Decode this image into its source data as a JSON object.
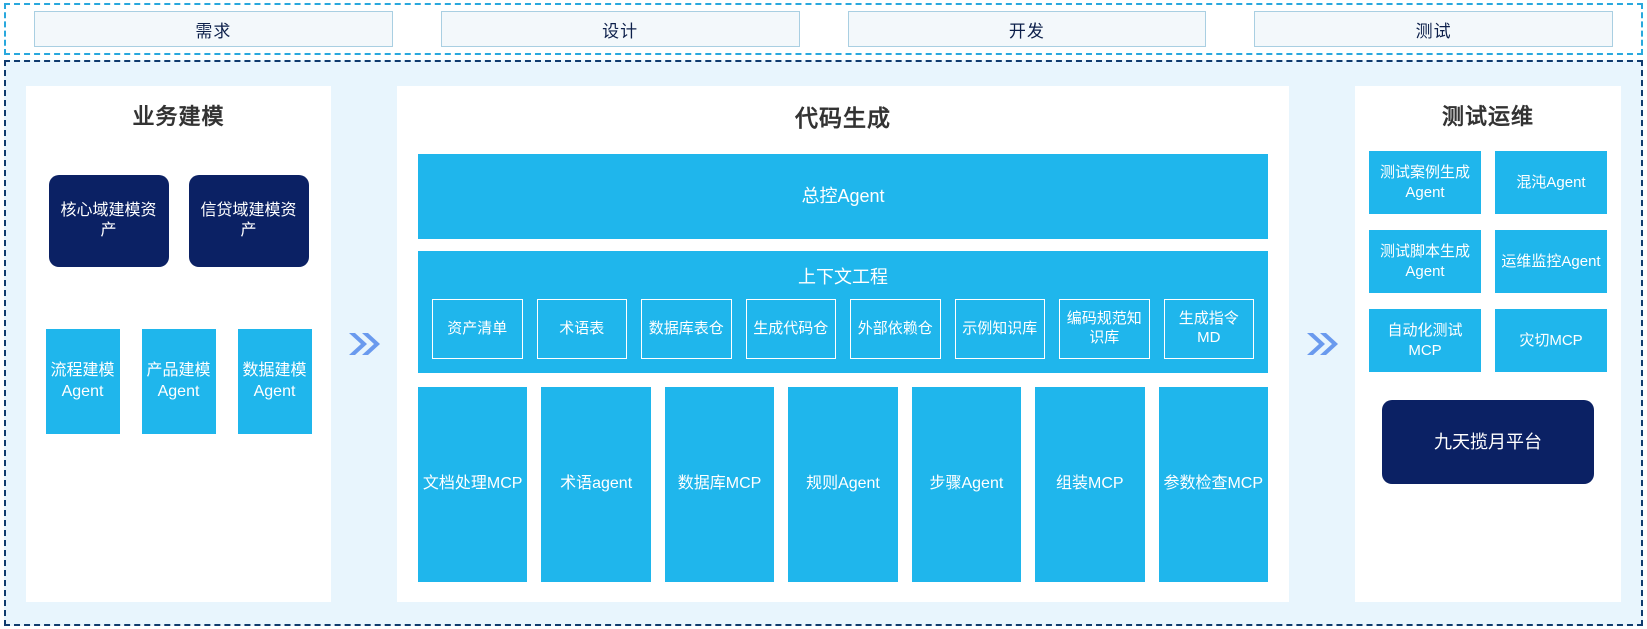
{
  "stages": [
    {
      "label": "需求"
    },
    {
      "label": "设计"
    },
    {
      "label": "开发"
    },
    {
      "label": "测试"
    }
  ],
  "colors": {
    "cyan": "#1fb6ec",
    "navy": "#0b2164",
    "frame_bg": "#e8f5fd",
    "stage_border": "#29a8dd",
    "arrow": "#6a9aee"
  },
  "left_panel": {
    "title": "业务建模",
    "assets": [
      {
        "label": "核心域建模资产"
      },
      {
        "label": "信贷域建模资产"
      }
    ],
    "agents": [
      {
        "label": "流程建模Agent"
      },
      {
        "label": "产品建模Agent"
      },
      {
        "label": "数据建模Agent"
      }
    ]
  },
  "arrows": {
    "left_to_center": "double-chevron-right",
    "center_to_right": "double-chevron-right"
  },
  "center_panel": {
    "title": "代码生成",
    "master_agent": "总控Agent",
    "context": {
      "title": "上下文工程",
      "chips": [
        {
          "label": "资产清单"
        },
        {
          "label": "术语表"
        },
        {
          "label": "数据库表仓"
        },
        {
          "label": "生成代码仓"
        },
        {
          "label": "外部依赖仓"
        },
        {
          "label": "示例知识库"
        },
        {
          "label": "编码规范知识库"
        },
        {
          "label": "生成指令MD"
        }
      ]
    },
    "tools": [
      {
        "label": "文档处理MCP"
      },
      {
        "label": "术语agent"
      },
      {
        "label": "数据库MCP"
      },
      {
        "label": "规则Agent"
      },
      {
        "label": "步骤Agent"
      },
      {
        "label": "组装MCP"
      },
      {
        "label": "参数检查MCP"
      }
    ]
  },
  "right_panel": {
    "title": "测试运维",
    "cards": [
      {
        "label": "测试案例生成Agent"
      },
      {
        "label": "混沌Agent"
      },
      {
        "label": "测试脚本生成Agent"
      },
      {
        "label": "运维监控Agent"
      },
      {
        "label": "自动化测试MCP"
      },
      {
        "label": "灾切MCP"
      }
    ],
    "platform": "九天揽月平台"
  }
}
